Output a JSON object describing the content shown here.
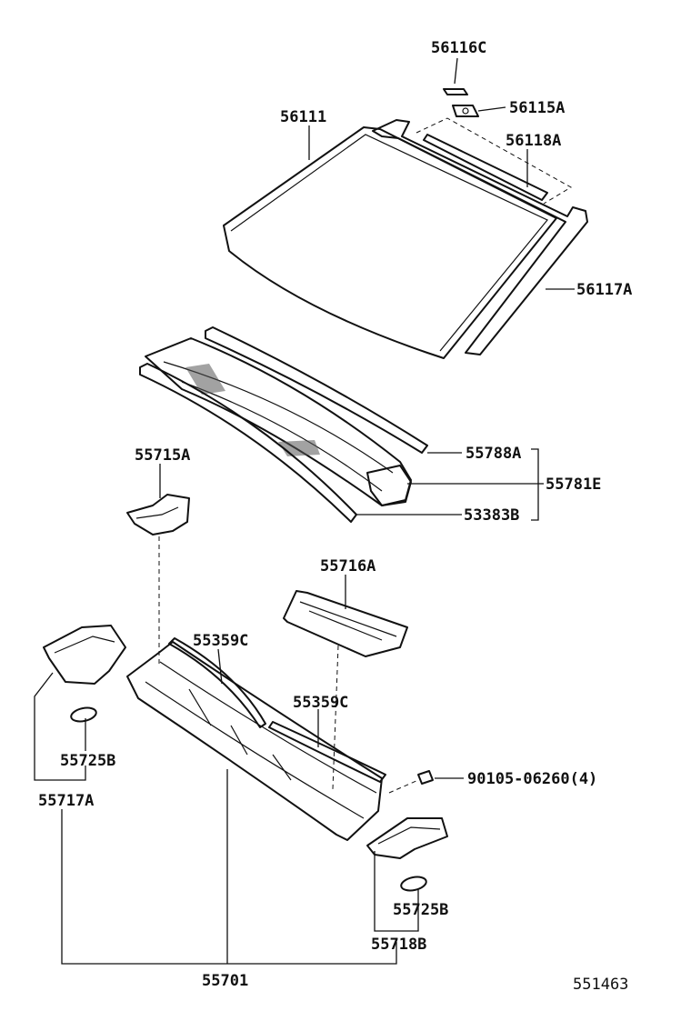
{
  "diagram": {
    "page_number": "551463",
    "labels": {
      "p56116C": "56116C",
      "p56115A": "56115A",
      "p56111": "56111",
      "p56118A": "56118A",
      "p56117A": "56117A",
      "p55788A": "55788A",
      "p55781E": "55781E",
      "p53383B": "53383B",
      "p55715A": "55715A",
      "p55716A": "55716A",
      "p55359C_left": "55359C",
      "p55359C_right": "55359C",
      "p90105": "90105-06260(4)",
      "p55725B_left": "55725B",
      "p55717A": "55717A",
      "p55725B_right": "55725B",
      "p55718B": "55718B",
      "p55701": "55701"
    }
  }
}
